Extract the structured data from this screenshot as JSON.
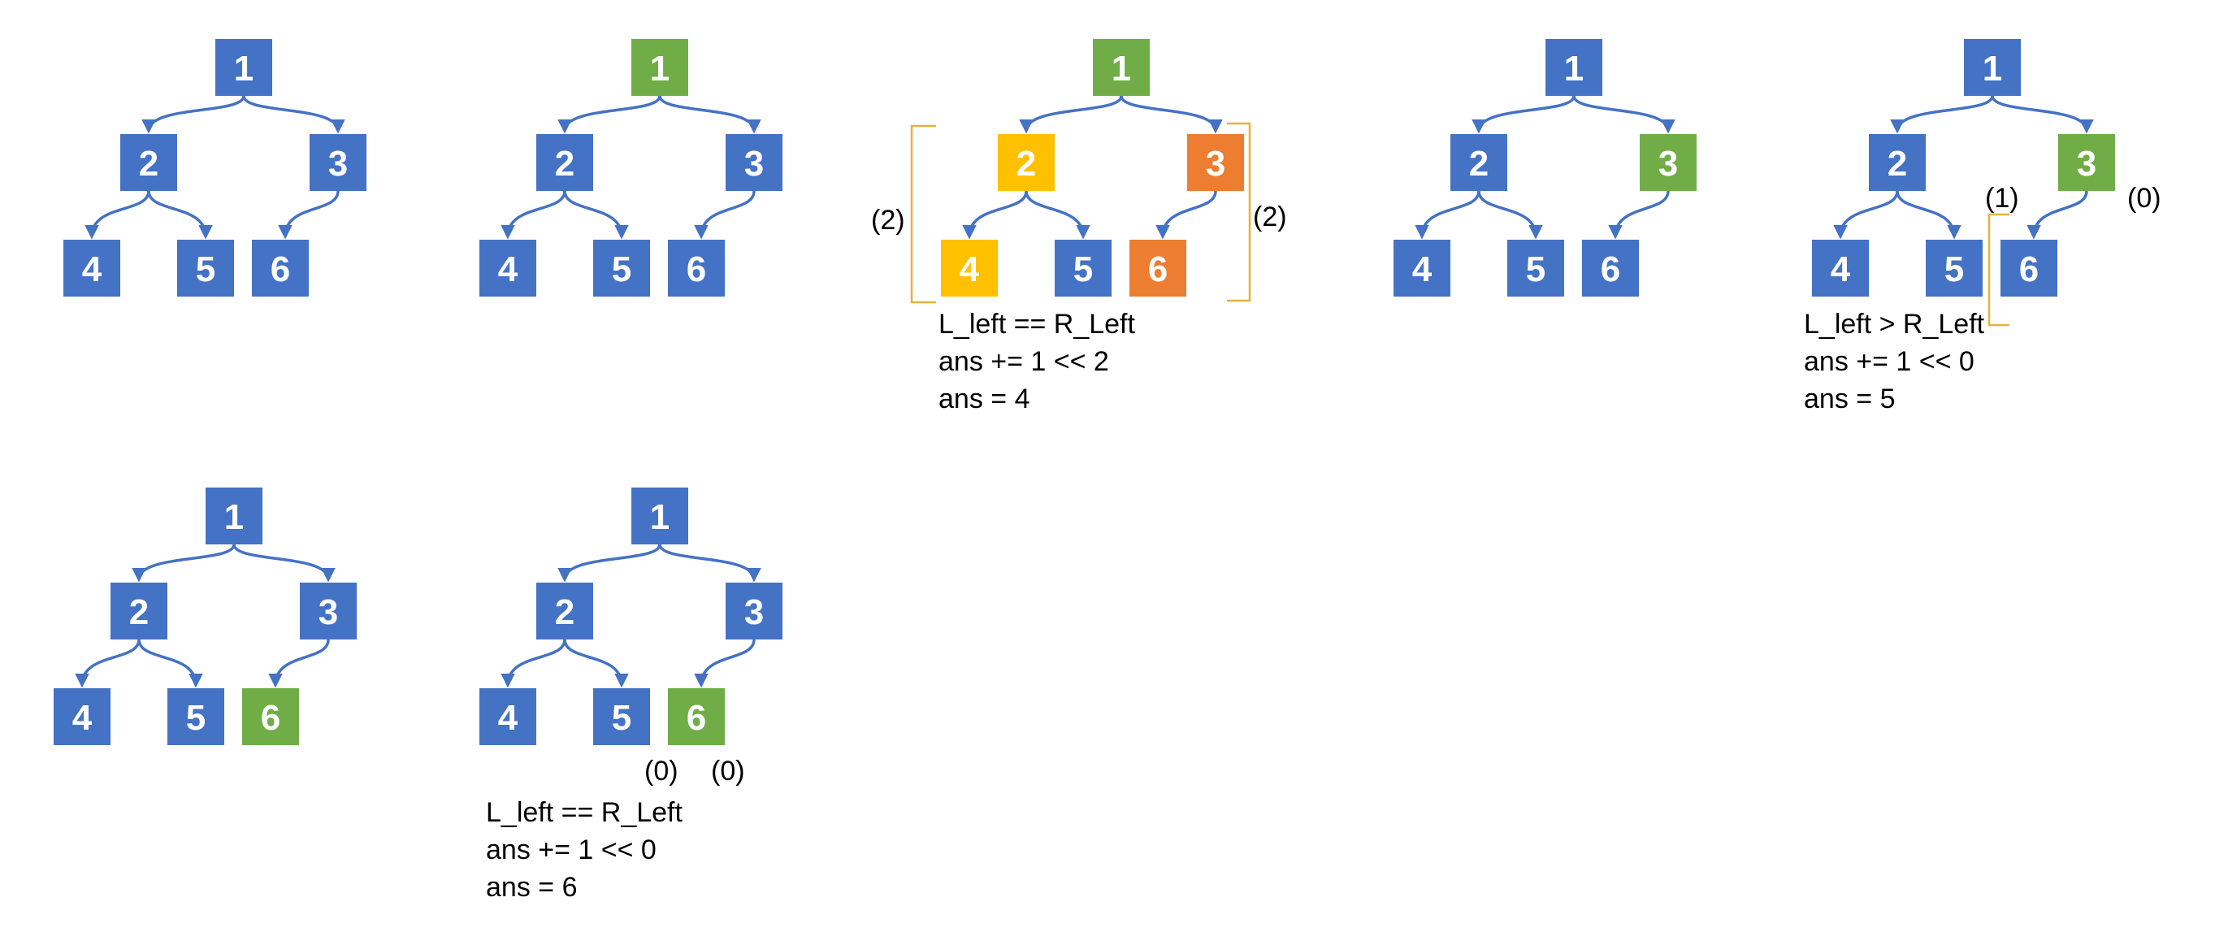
{
  "colors": {
    "blue": "#4472C4",
    "green": "#70AD47",
    "yellow": "#FFC000",
    "orange": "#ED7D31",
    "edge": "#4472C4",
    "bracket": "#E7B13A"
  },
  "panels": [
    {
      "id": "p1",
      "nodes": [
        {
          "label": "1",
          "color": "blue"
        },
        {
          "label": "2",
          "color": "blue"
        },
        {
          "label": "3",
          "color": "blue"
        },
        {
          "label": "4",
          "color": "blue"
        },
        {
          "label": "5",
          "color": "blue"
        },
        {
          "label": "6",
          "color": "blue"
        }
      ],
      "notes": []
    },
    {
      "id": "p2",
      "nodes": [
        {
          "label": "1",
          "color": "green"
        },
        {
          "label": "2",
          "color": "blue"
        },
        {
          "label": "3",
          "color": "blue"
        },
        {
          "label": "4",
          "color": "blue"
        },
        {
          "label": "5",
          "color": "blue"
        },
        {
          "label": "6",
          "color": "blue"
        }
      ],
      "notes": []
    },
    {
      "id": "p3",
      "nodes": [
        {
          "label": "1",
          "color": "green"
        },
        {
          "label": "2",
          "color": "yellow"
        },
        {
          "label": "3",
          "color": "orange"
        },
        {
          "label": "4",
          "color": "yellow"
        },
        {
          "label": "5",
          "color": "blue"
        },
        {
          "label": "6",
          "color": "orange"
        }
      ],
      "notes": [
        "(2)",
        "(2)",
        "L_left == R_Left",
        "ans += 1 << 2",
        "ans = 4"
      ]
    },
    {
      "id": "p4",
      "nodes": [
        {
          "label": "1",
          "color": "blue"
        },
        {
          "label": "2",
          "color": "blue"
        },
        {
          "label": "3",
          "color": "green"
        },
        {
          "label": "4",
          "color": "blue"
        },
        {
          "label": "5",
          "color": "blue"
        },
        {
          "label": "6",
          "color": "blue"
        }
      ],
      "notes": []
    },
    {
      "id": "p5",
      "nodes": [
        {
          "label": "1",
          "color": "blue"
        },
        {
          "label": "2",
          "color": "blue"
        },
        {
          "label": "3",
          "color": "green"
        },
        {
          "label": "4",
          "color": "blue"
        },
        {
          "label": "5",
          "color": "blue"
        },
        {
          "label": "6",
          "color": "blue"
        }
      ],
      "notes": [
        "(1)",
        "(0)",
        "L_left > R_Left",
        "ans += 1 << 0",
        "ans = 5"
      ]
    },
    {
      "id": "p6",
      "nodes": [
        {
          "label": "1",
          "color": "blue"
        },
        {
          "label": "2",
          "color": "blue"
        },
        {
          "label": "3",
          "color": "blue"
        },
        {
          "label": "4",
          "color": "blue"
        },
        {
          "label": "5",
          "color": "blue"
        },
        {
          "label": "6",
          "color": "green"
        }
      ],
      "notes": []
    },
    {
      "id": "p7",
      "nodes": [
        {
          "label": "1",
          "color": "blue"
        },
        {
          "label": "2",
          "color": "blue"
        },
        {
          "label": "3",
          "color": "blue"
        },
        {
          "label": "4",
          "color": "blue"
        },
        {
          "label": "5",
          "color": "blue"
        },
        {
          "label": "6",
          "color": "green"
        }
      ],
      "notes": [
        "(0)",
        "(0)",
        "L_left == R_Left",
        "ans += 1 << 0",
        "ans = 6"
      ]
    }
  ]
}
